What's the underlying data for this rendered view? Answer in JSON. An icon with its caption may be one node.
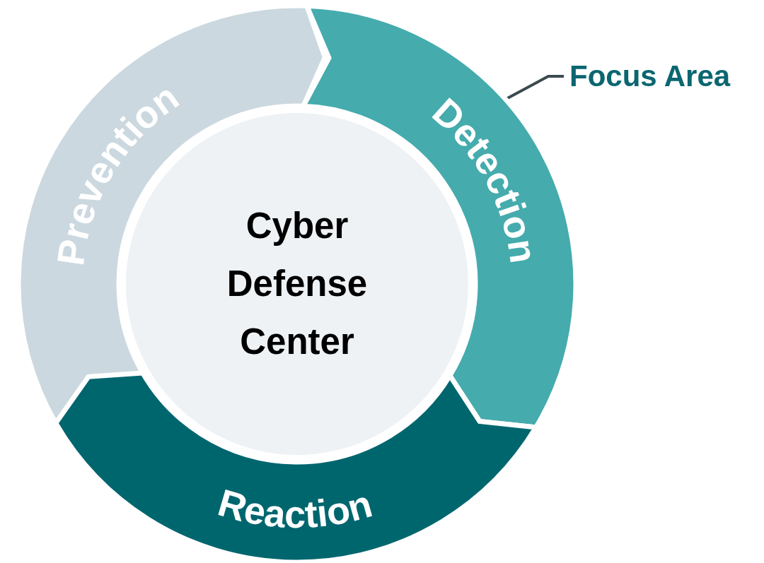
{
  "diagram": {
    "nodes": [
      {
        "text": [
          "Cyber Defense Center"
        ]
      },
      {
        "text": [
          "Prevention"
        ]
      },
      {
        "text": [
          "Detection"
        ]
      },
      {
        "text": [
          "Reaction"
        ]
      },
      {
        "text": [
          "Focus Area"
        ]
      }
    ],
    "edges": [
      {
        "from": 4,
        "to": 2,
        "arrow": "none"
      }
    ]
  }
}
